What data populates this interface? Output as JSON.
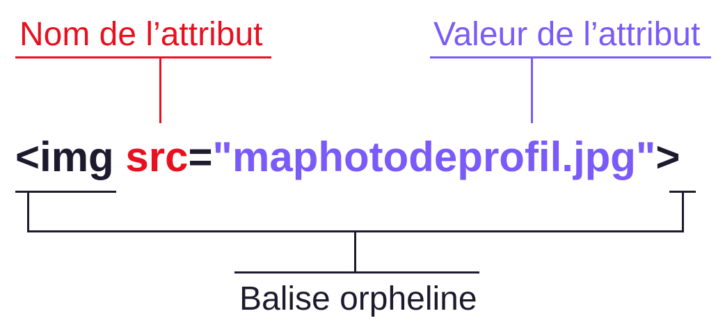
{
  "labels": {
    "attribute_name": "Nom de l’attribut",
    "attribute_value": "Valeur de l’attribut",
    "orphan_tag": "Balise orpheline"
  },
  "code": {
    "tag_open": "<img ",
    "attr_name": "src",
    "equals": "=",
    "attr_value": "\"maphotodeprofil.jpg\"",
    "tag_close": ">"
  },
  "colors": {
    "attribute_name": "#e8101f",
    "attribute_value": "#7a5af8",
    "tag": "#1e1a2e",
    "background": "#ffffff"
  }
}
